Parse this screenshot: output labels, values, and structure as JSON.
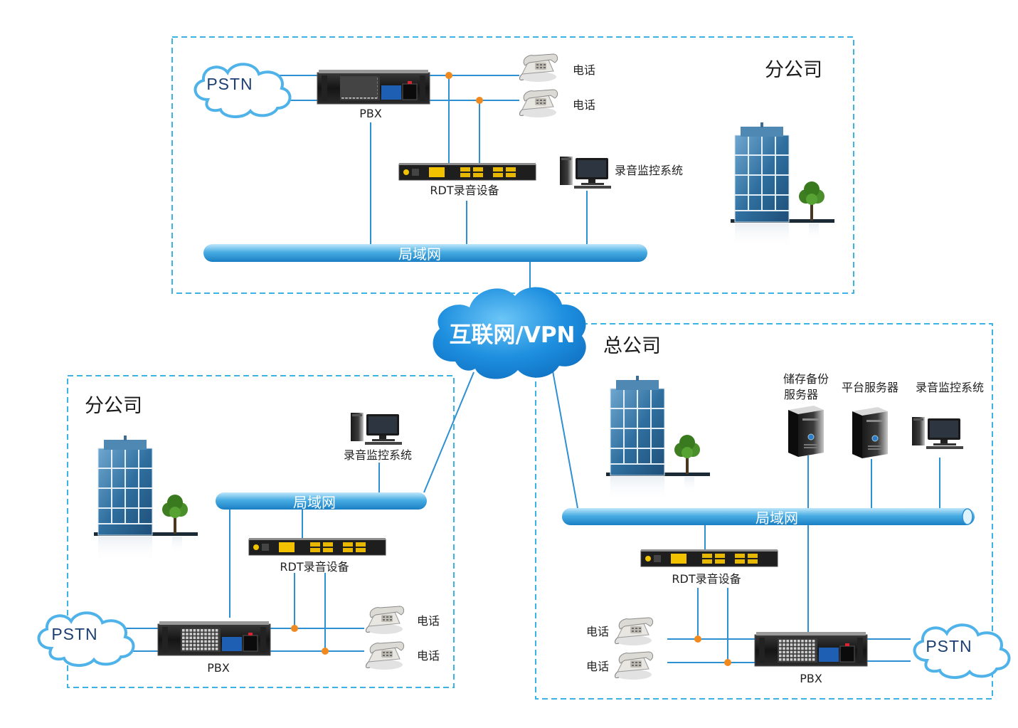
{
  "internet": {
    "label": "互联网/VPN"
  },
  "branch_top": {
    "title": "分公司",
    "pstn": "PSTN",
    "pbx": "PBX",
    "phone1": "电话",
    "phone2": "电话",
    "recorder": "RDT录音设备",
    "monitor": "录音监控系统",
    "lan": "局域网"
  },
  "branch_left": {
    "title": "分公司",
    "pstn": "PSTN",
    "pbx": "PBX",
    "phone1": "电话",
    "phone2": "电话",
    "recorder": "RDT录音设备",
    "monitor": "录音监控系统",
    "lan": "局域网"
  },
  "headquarters": {
    "title": "总公司",
    "pstn": "PSTN",
    "pbx": "PBX",
    "phone1": "电话",
    "phone2": "电话",
    "recorder": "RDT录音设备",
    "backup_server_line1": "储存备份",
    "backup_server_line2": "服务器",
    "platform_server": "平台服务器",
    "monitor": "录音监控系统",
    "lan": "局域网"
  },
  "colors": {
    "boundary": "#3bb4e5",
    "link": "#2f8fd3",
    "junction": "#f08a1f",
    "lan": "#3fa4dc",
    "cloud": "#1e8fdf"
  }
}
